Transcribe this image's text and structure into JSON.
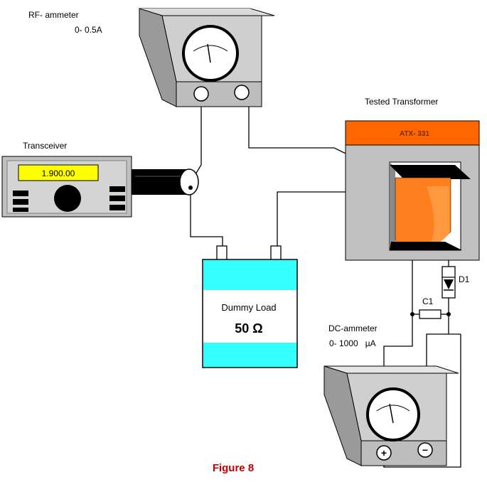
{
  "labels": {
    "rf_ammeter_title": "RF- ammeter",
    "rf_ammeter_range": "0- 0.5A",
    "transceiver_title": "Transceiver",
    "transceiver_display": "1.900.00",
    "transformer_title": "Tested Transformer",
    "transformer_core_label": "ATX- 331",
    "dummy_load_title": "Dummy Load",
    "dummy_load_value": "50 Ω",
    "dc_ammeter_title": "DC-ammeter",
    "dc_ammeter_range": "0- 1000   µA",
    "diode_label": "D1",
    "capacitor_label": "C1",
    "plus_sign": "+",
    "minus_sign": "−",
    "figure_caption": "Figure 8"
  },
  "colors": {
    "display_yellow": "#ffff00",
    "dummy_load_cyan": "#33ffff",
    "transformer_orange": "#ff6600",
    "coil_orange": "#ff7f1f",
    "device_gray": "#c0c0c0",
    "caption_red": "#c00000"
  }
}
